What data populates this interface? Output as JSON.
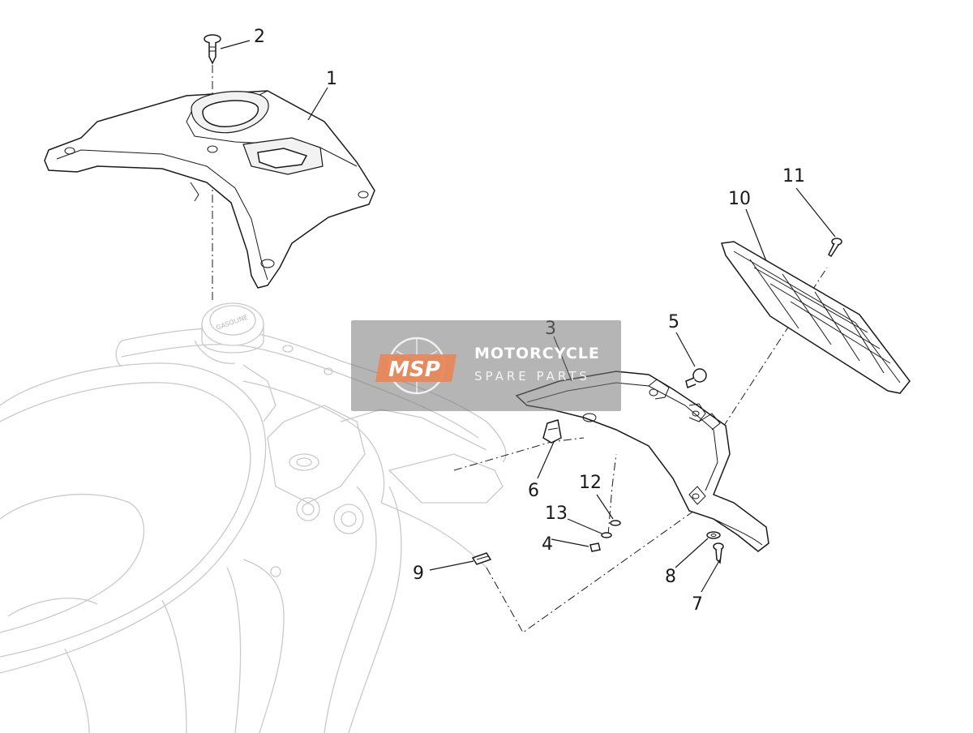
{
  "callouts": {
    "c1": "1",
    "c2": "2",
    "c3": "3",
    "c4": "4",
    "c5": "5",
    "c6": "6",
    "c7": "7",
    "c8": "8",
    "c9": "9",
    "c10": "10",
    "c11": "11",
    "c12": "12",
    "c13": "13"
  },
  "frame_label": "GASOLINE",
  "watermark": {
    "logo_text": "MSP",
    "title": "MOTORCYCLE",
    "subtitle": "SPARE PARTS"
  },
  "colors": {
    "ink": "#1a1a1a",
    "ghost": "#c9c9c9",
    "watermark_accent": "#e8875a"
  }
}
